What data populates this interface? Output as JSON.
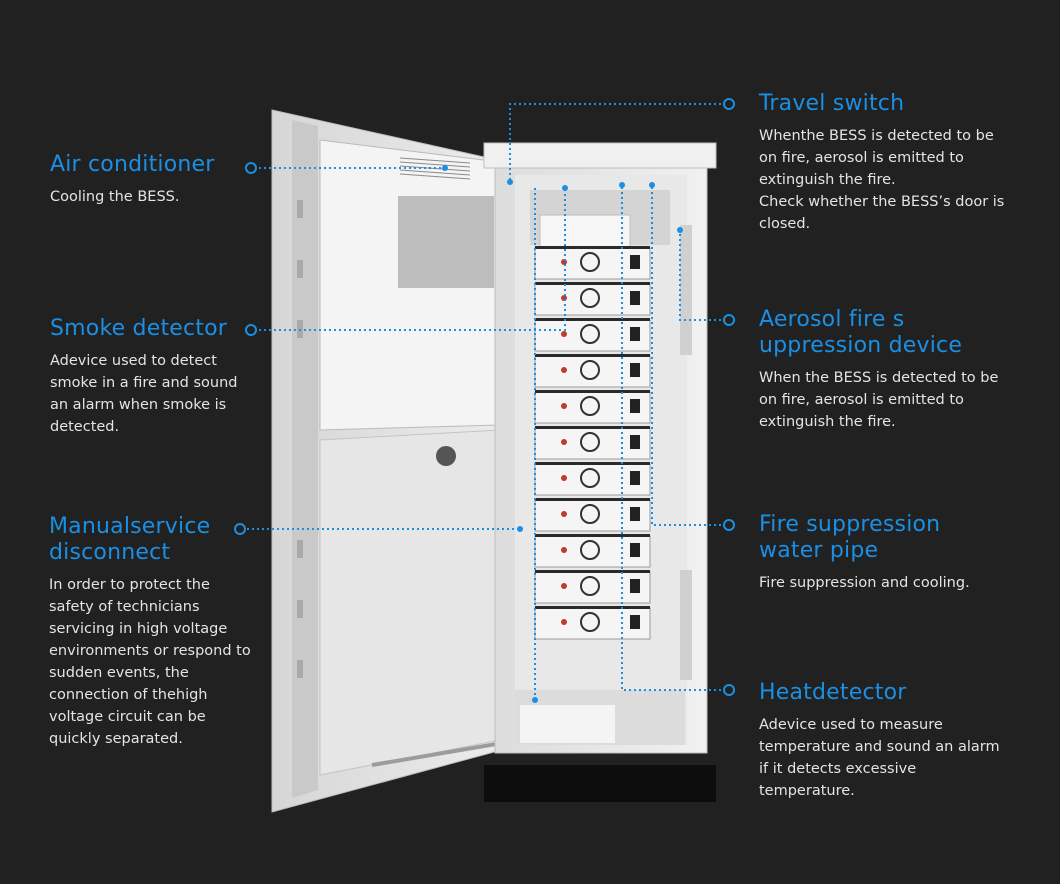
{
  "callouts": {
    "air_conditioner": {
      "title": "Air conditioner",
      "desc": [
        "Cooling the BESS."
      ]
    },
    "smoke_detector": {
      "title": "Smoke detector",
      "desc": [
        "Adevice used to detect",
        "smoke in a fire and sound",
        "an alarm when smoke is",
        "detected."
      ]
    },
    "manual_service_disconnect": {
      "title_lines": [
        "Manualservice",
        "disconnect"
      ],
      "desc": [
        "In order to protect the",
        "safety of technicians",
        "servicing in high voltage",
        "environments or respond to",
        "sudden events, the",
        "connection of thehigh",
        "voltage circuit can be",
        "quickly separated."
      ]
    },
    "travel_switch": {
      "title": "Travel switch",
      "desc": [
        "Whenthe BESS is detected to be",
        "on fire, aerosol is emitted to",
        "extinguish the fire.",
        "Check whether the BESS’s door is",
        "closed."
      ]
    },
    "aerosol_fire_suppression": {
      "title_lines": [
        "Aerosol fire s",
        "uppression device"
      ],
      "desc": [
        "When the BESS is detected to be",
        "on fire, aerosol is emitted to",
        "extinguish the fire."
      ]
    },
    "fire_suppression_water_pipe": {
      "title_lines": [
        "Fire suppression",
        "water pipe"
      ],
      "desc": [
        "Fire suppression and cooling."
      ]
    },
    "heat_detector": {
      "title": "Heatdetector",
      "desc": [
        "Adevice used to measure",
        "temperature and sound an alarm",
        "if it detects excessive",
        "temperature."
      ]
    }
  },
  "colors": {
    "background": "#212121",
    "accent": "#1a8fe3",
    "text": "#e4e4e4"
  }
}
